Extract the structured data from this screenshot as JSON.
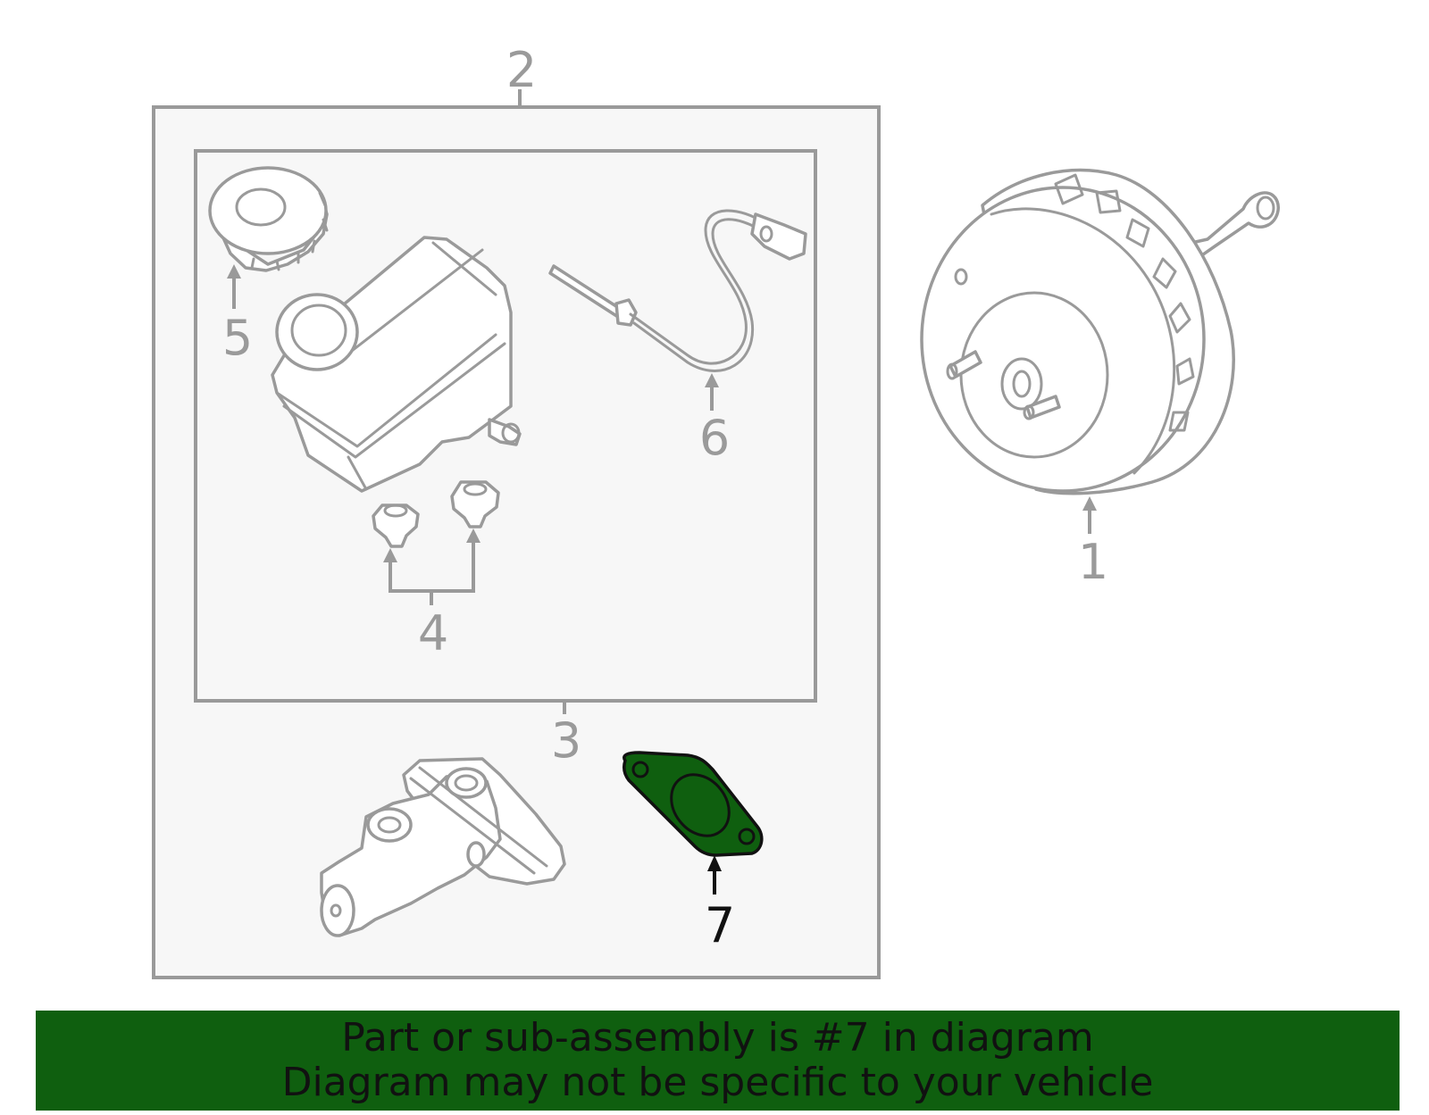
{
  "callouts": {
    "c1": "1",
    "c2": "2",
    "c3": "3",
    "c4": "4",
    "c5": "5",
    "c6": "6",
    "c7": "7"
  },
  "highlighted_part": "7",
  "colors": {
    "highlight": "#0f5f0f",
    "line": "#9a9a9a",
    "box_fill": "#f7f7f7",
    "banner": "#0f5f0f"
  },
  "banner": {
    "line1": "Part or sub-assembly is #7 in diagram",
    "line2": "Diagram may not be specific to your vehicle"
  }
}
